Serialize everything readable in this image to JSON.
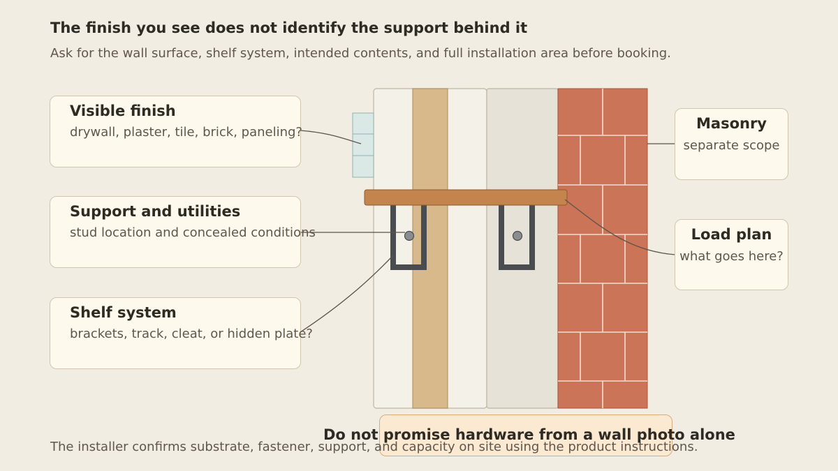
{
  "header": {
    "title": "The finish you see does not identify the support behind it",
    "subtitle": "Ask for the wall surface, shelf system, intended contents, and full installation area before booking."
  },
  "callouts": {
    "visible_finish": {
      "title": "Visible finish",
      "body": "drywall, plaster, tile, brick, paneling?"
    },
    "support": {
      "title": "Support and utilities",
      "body": "stud location and concealed conditions"
    },
    "shelf_system": {
      "title": "Shelf system",
      "body": "brackets, track, cleat, or hidden plate?"
    },
    "masonry": {
      "title": "Masonry",
      "body": "separate scope"
    },
    "load_plan": {
      "title": "Load plan",
      "body": "what goes here?"
    }
  },
  "warning": "Do not promise hardware from a wall photo alone",
  "footnote": "The installer confirms substrate, fastener, support, and capacity on site using the product instructions.",
  "colors": {
    "background": "#f2ede2",
    "brick": "#cc7458",
    "stud": "#d8b98b",
    "shelf": "#c4844d",
    "bracket": "#4a4d50",
    "tile": "#dbe9e6",
    "warning_fill": "#fbe9d2"
  }
}
